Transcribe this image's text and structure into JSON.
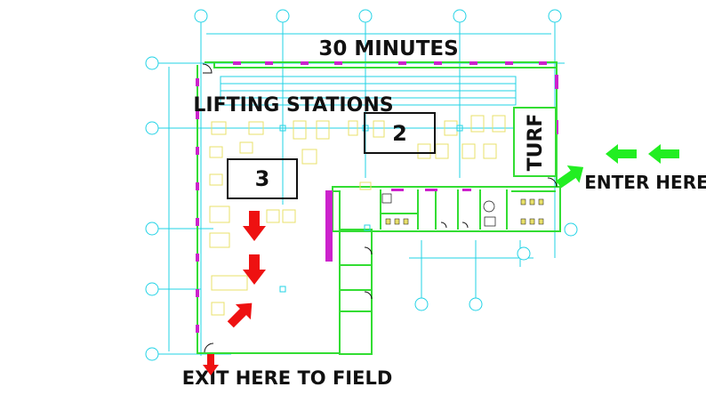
{
  "labels": {
    "title": "30 MINUTES",
    "lifting_stations": "LIFTING STATIONS",
    "station_2": "2",
    "station_3": "3",
    "turf": "TURF",
    "enter_here": "ENTER HERE",
    "exit_here": "EXIT HERE TO FIELD"
  },
  "colors": {
    "wall": "#33dd33",
    "grid": "#22d3e6",
    "door": "#cc22cc",
    "equipment": "#e8e06a",
    "enter_arrow": "#22ee22",
    "exit_arrow": "#ee1111",
    "outline": "#111111"
  }
}
